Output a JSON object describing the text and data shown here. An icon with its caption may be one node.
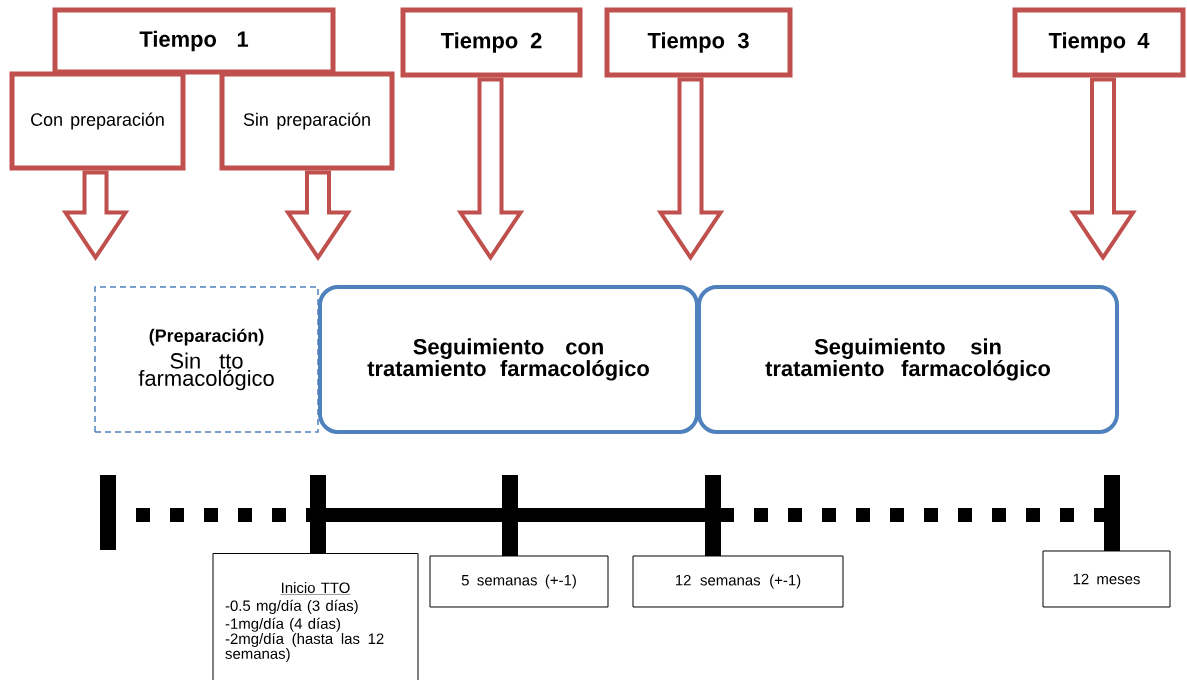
{
  "diagram": {
    "nodes": [
      {
        "text": [
          "Tiempo 1"
        ]
      },
      {
        "text": [
          "Con preparación"
        ]
      },
      {
        "text": [
          "Sin preparación"
        ]
      },
      {
        "text": [
          "Tiempo 2"
        ]
      },
      {
        "text": [
          "Tiempo 3"
        ]
      },
      {
        "text": [
          "Tiempo 4"
        ]
      },
      {
        "text": [
          "(Preparación)",
          "Sin tto farmacológico"
        ]
      },
      {
        "text": [
          "Seguimiento con tratamiento farmacológico"
        ]
      },
      {
        "text": [
          "Seguimiento sin tratamiento farmacológico"
        ]
      },
      {
        "text": [
          "Inicio TTO",
          "-0.5 mg/día (3 días)",
          "-1mg/día (4 días)",
          "-2mg/día (hasta las 12 semanas)"
        ]
      },
      {
        "text": [
          "5 semanas (+-1)"
        ]
      },
      {
        "text": [
          "12 semanas (+-1)"
        ]
      },
      {
        "text": [
          "12 meses"
        ]
      }
    ],
    "edges": [
      {
        "from": 1,
        "to": null,
        "arrow": "to"
      },
      {
        "from": 2,
        "to": null,
        "arrow": "to"
      },
      {
        "from": 3,
        "to": null,
        "arrow": "to"
      },
      {
        "from": 4,
        "to": null,
        "arrow": "to"
      },
      {
        "from": 5,
        "to": null,
        "arrow": "to"
      }
    ]
  }
}
